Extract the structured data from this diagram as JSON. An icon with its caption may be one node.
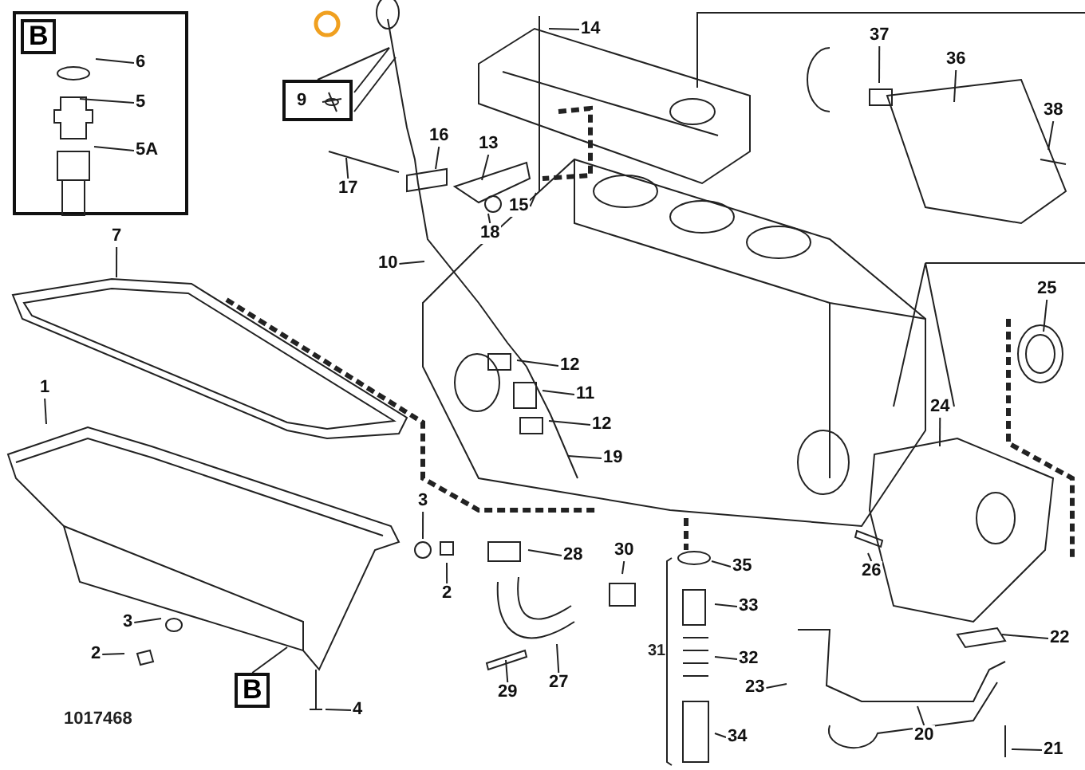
{
  "diagram": {
    "nodes": [
      {
        "text": [],
        "shape": "box"
      },
      {
        "text": [
          "B"
        ],
        "in": 0
      },
      {
        "text": [
          "6"
        ],
        "in": 0
      },
      {
        "text": [
          "5"
        ],
        "in": 0
      },
      {
        "text": [
          "5A"
        ],
        "in": 0
      },
      {
        "text": [
          "14"
        ]
      },
      {
        "text": [
          "9"
        ]
      },
      {
        "text": [
          "16"
        ]
      },
      {
        "text": [
          "13"
        ]
      },
      {
        "text": [
          "17"
        ]
      },
      {
        "text": [
          "15"
        ]
      },
      {
        "text": [
          "18"
        ]
      },
      {
        "text": [
          "37"
        ]
      },
      {
        "text": [
          "36"
        ]
      },
      {
        "text": [
          "38"
        ]
      },
      {
        "text": [
          "7"
        ]
      },
      {
        "text": [
          "10"
        ]
      },
      {
        "text": [
          "12"
        ]
      },
      {
        "text": [
          "11"
        ]
      },
      {
        "text": [
          "12"
        ]
      },
      {
        "text": [
          "19"
        ]
      },
      {
        "text": [
          "1"
        ]
      },
      {
        "text": [
          "25"
        ]
      },
      {
        "text": [
          "24"
        ]
      },
      {
        "text": [
          "3"
        ]
      },
      {
        "text": [
          "28"
        ]
      },
      {
        "text": [
          "30"
        ]
      },
      {
        "text": [
          "35"
        ]
      },
      {
        "text": [
          "26"
        ]
      },
      {
        "text": [
          "2"
        ]
      },
      {
        "text": [
          "33"
        ]
      },
      {
        "text": [
          "3"
        ]
      },
      {
        "text": [
          "2"
        ]
      },
      {
        "text": [
          "32"
        ]
      },
      {
        "text": [
          "22"
        ]
      },
      {
        "text": [
          "23"
        ]
      },
      {
        "text": [
          "27"
        ]
      },
      {
        "text": [
          "29"
        ]
      },
      {
        "text": [
          "B"
        ]
      },
      {
        "text": [
          "4"
        ]
      },
      {
        "text": [
          "20"
        ]
      },
      {
        "text": [
          "34"
        ]
      },
      {
        "text": [
          "21"
        ]
      }
    ],
    "edges": [
      {
        "from": 2,
        "to": null,
        "arrow": "none"
      },
      {
        "from": 3,
        "to": null,
        "arrow": "none"
      },
      {
        "from": 4,
        "to": null,
        "arrow": "none"
      },
      {
        "from": 5,
        "to": null,
        "arrow": "none"
      },
      {
        "from": 6,
        "to": null,
        "arrow": "none"
      },
      {
        "from": 7,
        "to": null,
        "arrow": "none"
      },
      {
        "from": 8,
        "to": null,
        "arrow": "none"
      },
      {
        "from": 9,
        "to": null,
        "arrow": "none"
      },
      {
        "from": 10,
        "to": null,
        "arrow": "none"
      },
      {
        "from": 11,
        "to": null,
        "arrow": "none"
      },
      {
        "from": 12,
        "to": null,
        "arrow": "none"
      },
      {
        "from": 13,
        "to": null,
        "arrow": "none"
      },
      {
        "from": 14,
        "to": null,
        "arrow": "none"
      },
      {
        "from": 15,
        "to": null,
        "arrow": "none"
      },
      {
        "from": 16,
        "to": null,
        "arrow": "none"
      },
      {
        "from": 17,
        "to": null,
        "arrow": "none"
      },
      {
        "from": 18,
        "to": null,
        "arrow": "none"
      },
      {
        "from": 19,
        "to": null,
        "arrow": "none"
      },
      {
        "from": 20,
        "to": null,
        "arrow": "none"
      },
      {
        "from": 21,
        "to": null,
        "arrow": "none"
      },
      {
        "from": 22,
        "to": null,
        "arrow": "none"
      },
      {
        "from": 23,
        "to": null,
        "arrow": "none"
      },
      {
        "from": 24,
        "to": null,
        "arrow": "none"
      },
      {
        "from": 25,
        "to": null,
        "arrow": "none"
      },
      {
        "from": 26,
        "to": null,
        "arrow": "none"
      },
      {
        "from": 27,
        "to": null,
        "arrow": "none"
      },
      {
        "from": 28,
        "to": null,
        "arrow": "none"
      },
      {
        "from": 29,
        "to": null,
        "arrow": "none"
      },
      {
        "from": 30,
        "to": null,
        "arrow": "none"
      },
      {
        "from": 31,
        "to": null,
        "arrow": "none"
      },
      {
        "from": 32,
        "to": null,
        "arrow": "none"
      },
      {
        "from": 33,
        "to": null,
        "arrow": "none"
      },
      {
        "from": 34,
        "to": null,
        "arrow": "none"
      },
      {
        "from": 35,
        "to": null,
        "arrow": "none"
      },
      {
        "from": 36,
        "to": null,
        "arrow": "none"
      },
      {
        "from": 37,
        "to": null,
        "arrow": "none"
      },
      {
        "from": 38,
        "to": null,
        "arrow": "none"
      },
      {
        "from": 39,
        "to": null,
        "arrow": "none"
      },
      {
        "from": 40,
        "to": null,
        "arrow": "none"
      },
      {
        "from": 41,
        "to": null,
        "arrow": "none"
      },
      {
        "from": 42,
        "to": null,
        "arrow": "none"
      }
    ],
    "labels": [
      "31",
      "1017468"
    ]
  }
}
